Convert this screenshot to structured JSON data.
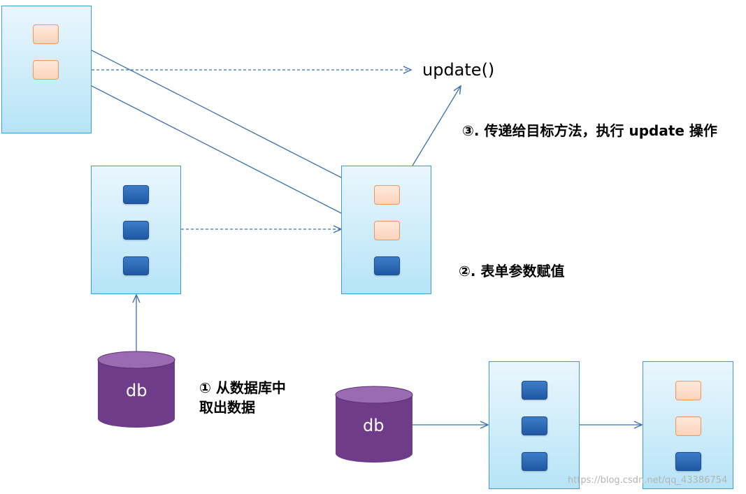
{
  "diagram": {
    "method_call": "update()",
    "step3_label": "③. 传递给目标方法，执行 update 操作",
    "step2_label": "②. 表单参数赋值",
    "step1_label": [
      "① 从数据库中",
      "取出数据"
    ],
    "db_label": "db",
    "colors": {
      "panel_fill_top": "#eaf6fd",
      "panel_fill_bottom": "#b6e4f7",
      "panel_border": "#3d9fcf",
      "block_dark": "#2a64b0",
      "block_light": "#fbd3ba",
      "block_light_border": "#f0965a",
      "db_fill": "#7a4593",
      "arrow": "#3a6fb0"
    }
  },
  "watermark": "https://blog.csdn.net/qq_43386754"
}
